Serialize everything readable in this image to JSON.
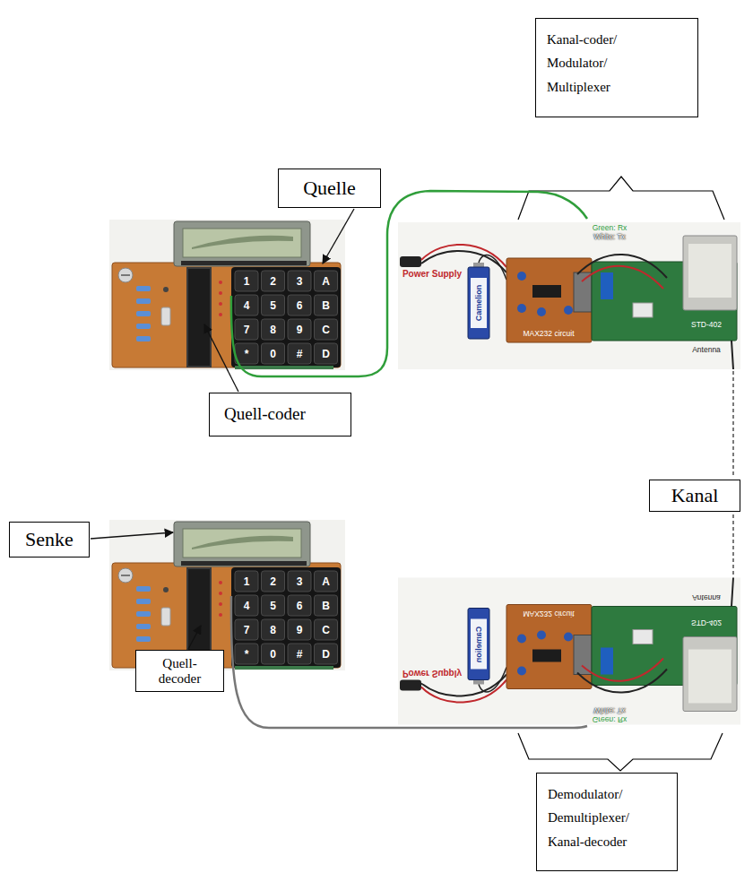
{
  "diagram": {
    "nodes": [
      {
        "text": [
          "Kanal-coder/ Modulator/ Multiplexer"
        ]
      },
      {
        "text": [
          "Quelle"
        ]
      },
      {
        "text": [
          "Quell-coder"
        ]
      },
      {
        "text": [
          "Kanal"
        ]
      },
      {
        "text": [
          "Senke"
        ]
      },
      {
        "text": [
          "Quell-decoder"
        ]
      },
      {
        "text": [
          "Demodulator/ Demultiplexer/ Kanal-decoder"
        ]
      }
    ],
    "labels": [
      "1",
      "2",
      "3",
      "A",
      "4",
      "5",
      "6",
      "B",
      "7",
      "8",
      "9",
      "C",
      "*",
      "0",
      "#",
      "D",
      "Power Supply",
      "Camelion",
      "MAX232 circuit",
      "Green: Rx",
      "White: Tx",
      "STD-402",
      "Antenna",
      "1",
      "2",
      "3",
      "A",
      "4",
      "5",
      "6",
      "B",
      "7",
      "8",
      "9",
      "C",
      "*",
      "0",
      "#",
      "D",
      "Power Supply",
      "Camelion",
      "MAX232 circuit",
      "Green: Rx",
      "White: Tx",
      "STD-402",
      "Antenna"
    ]
  }
}
